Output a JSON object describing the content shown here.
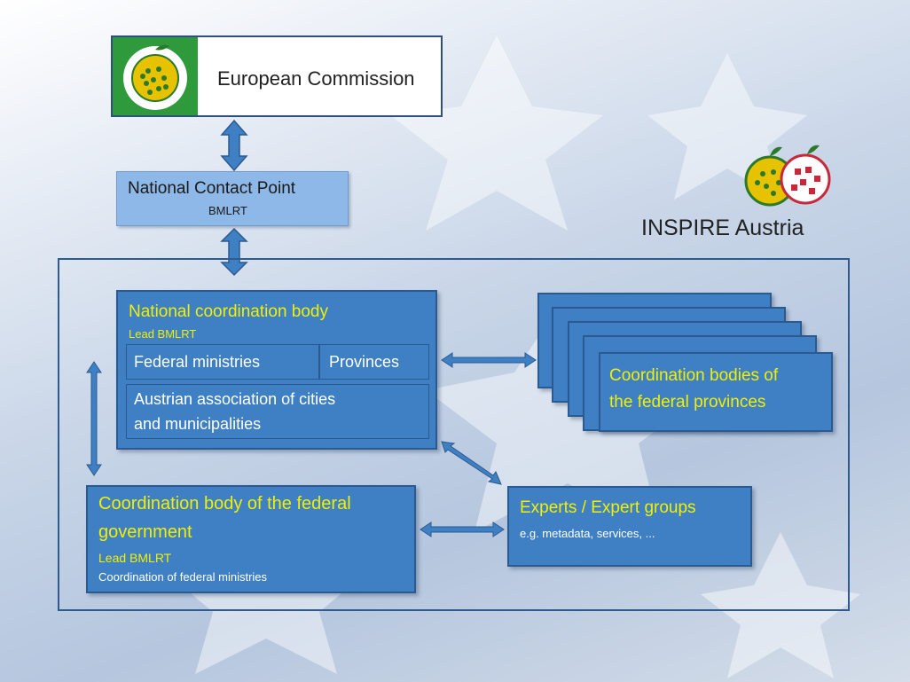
{
  "top": {
    "commission_label": "European Commission",
    "ncp_title": "National Contact Point",
    "ncp_subtitle": "BMLRT",
    "brand_label": "INSPIRE Austria"
  },
  "coordination": {
    "national_title": "National coordination body",
    "national_lead": "Lead BMLRT",
    "federal_ministries": "Federal ministries",
    "provinces": "Provinces",
    "association_line1": "Austrian association of cities",
    "association_line2": "and municipalities"
  },
  "provinces_stack": {
    "line1": "Coordination bodies of",
    "line2": "the federal provinces"
  },
  "federal_government": {
    "title_line1": "Coordination body of the federal",
    "title_line2": "government",
    "lead": "Lead BMLRT",
    "note": "Coordination of federal ministries"
  },
  "experts": {
    "title": "Experts / Expert groups",
    "subtitle": "e.g. metadata, services, ..."
  },
  "colors": {
    "box_blue": "#3f80c4",
    "title_yellow": "#f0f000",
    "ncp_light_blue": "#8db8e8",
    "logo_green": "#2f9a3c"
  }
}
